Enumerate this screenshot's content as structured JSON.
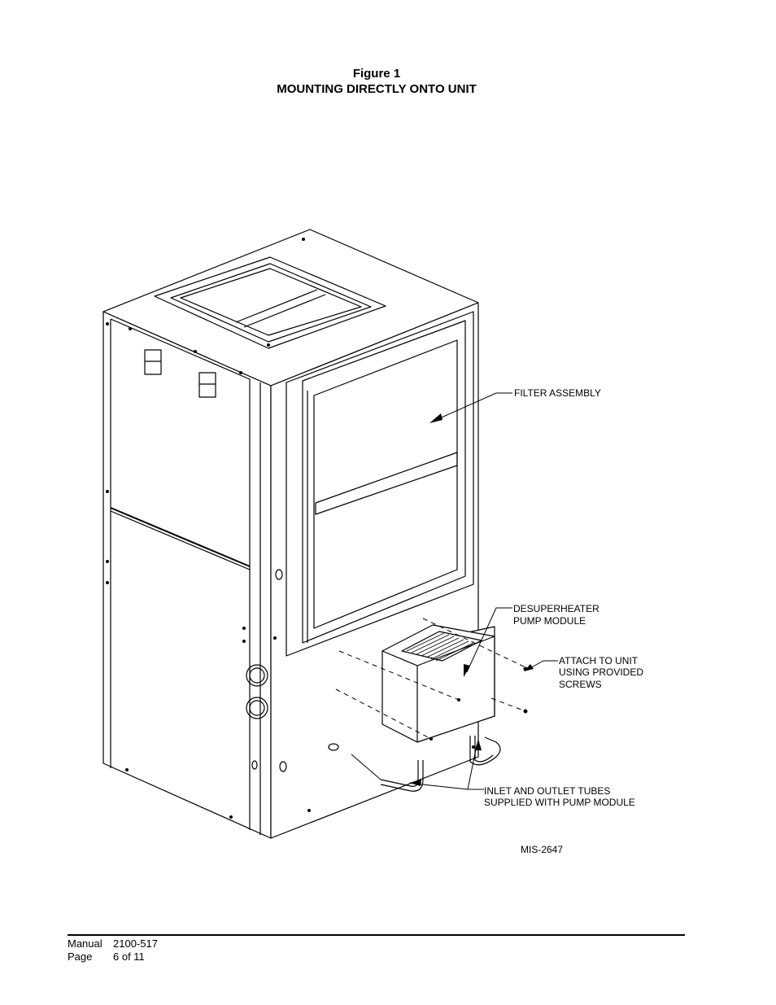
{
  "figure": {
    "number": "Figure 1",
    "title": "MOUNTING DIRECTLY ONTO UNIT"
  },
  "callouts": {
    "filter_assembly": "FILTER ASSEMBLY",
    "pump_module": [
      "DESUPERHEATER",
      "PUMP MODULE"
    ],
    "attach": [
      "ATTACH TO UNIT",
      "USING PROVIDED",
      "SCREWS"
    ],
    "tubes": [
      "INLET AND OUTLET TUBES",
      "SUPPLIED WITH PUMP MODULE"
    ]
  },
  "drawing_id": "MIS-2647",
  "footer": {
    "manual_label": "Manual",
    "manual_value": "2100-517",
    "page_label": "Page",
    "page_value": "6 of 11"
  }
}
